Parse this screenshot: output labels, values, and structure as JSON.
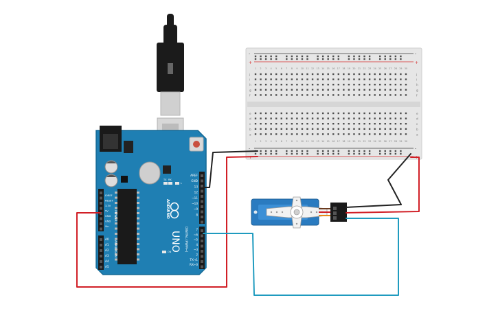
{
  "colors": {
    "board": "#1f7fb3",
    "board_edge": "#176a96",
    "header": "#1a1a1a",
    "breadboard": "#e6e6e6",
    "breadboard_edge": "#cfcfcf",
    "hole": "#555555",
    "rail_red": "#d62828",
    "rail_blue": "#3a3a3a",
    "wire_red": "#d11f26",
    "wire_black": "#222222",
    "wire_blue": "#1f9bbf",
    "servo_body": "#2a7bc0",
    "usb_plug": "#1b1b1b",
    "usb_metal": "#cfcfcf"
  },
  "arduino": {
    "model": "UNO",
    "brand": "ARDUINO",
    "reset_label": "RESET",
    "power_header": {
      "label": "POWER",
      "pins": [
        "IOREF",
        "RESET",
        "3.3V",
        "5V",
        "GND",
        "GND",
        "Vin"
      ]
    },
    "analog_header": {
      "label": "ANALOG IN",
      "pins": [
        "A0",
        "A1",
        "A2",
        "A3",
        "A4",
        "A5"
      ]
    },
    "digital_header": {
      "label": "DIGITAL (PWM~)",
      "top_pins": [
        "AREF",
        "GND",
        "13",
        "12",
        "~11",
        "~10",
        "~9",
        "8"
      ],
      "bottom_pins": [
        "7",
        "~6",
        "~5",
        "4",
        "~3",
        "2",
        "TX→1",
        "RX←0"
      ]
    },
    "leds": [
      "L",
      "TX",
      "RX",
      "ON"
    ]
  },
  "breadboard": {
    "row_letters_top": [
      "j",
      "i",
      "h",
      "g",
      "f"
    ],
    "row_letters_bottom": [
      "e",
      "d",
      "c",
      "b",
      "a"
    ],
    "columns": [
      "1",
      "2",
      "3",
      "4",
      "5",
      "6",
      "7",
      "8",
      "9",
      "10",
      "11",
      "12",
      "13",
      "14",
      "15",
      "16",
      "17",
      "18",
      "19",
      "20",
      "21",
      "22",
      "23",
      "24",
      "25",
      "26",
      "27",
      "28",
      "29",
      "30"
    ],
    "rail_plus": "+",
    "rail_minus": "-"
  },
  "servo": {
    "name": "servo"
  }
}
